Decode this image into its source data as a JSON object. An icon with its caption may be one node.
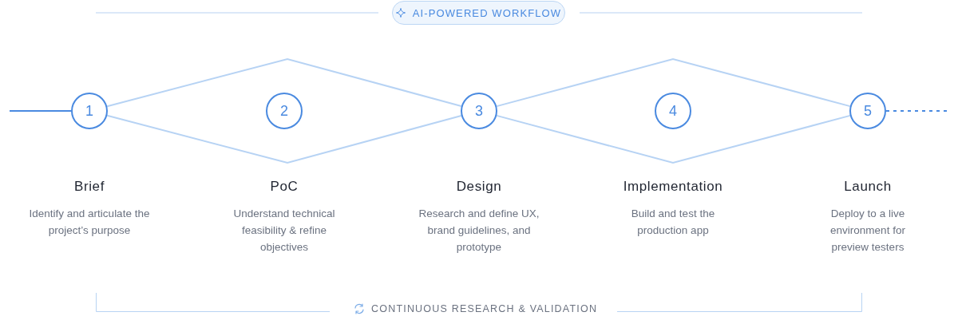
{
  "diagram": {
    "nodes": [
      {
        "text": [
          "AI-POWERED WORKFLOW"
        ]
      },
      {
        "text": [
          "1"
        ],
        "beside": [
          "Brief",
          "Identify and articulate the project’s purpose"
        ]
      },
      {
        "text": [
          "2"
        ],
        "beside": [
          "PoC",
          "Understand technical feasibility & refine objectives"
        ]
      },
      {
        "text": [
          "3"
        ],
        "beside": [
          "Design",
          "Research and define UX, brand guidelines, and prototype"
        ]
      },
      {
        "text": [
          "4"
        ],
        "beside": [
          "Implementation",
          "Build and test the production app"
        ]
      },
      {
        "text": [
          "5"
        ],
        "beside": [
          "Launch",
          "Deploy to a live environment for preview testers"
        ]
      }
    ],
    "edges": [
      {
        "from": null,
        "to": 1,
        "arrow": "none",
        "color": "#4a8ae0"
      },
      {
        "from": 1,
        "to": 3,
        "arrow": "none"
      },
      {
        "from": 1,
        "to": 3,
        "arrow": "none"
      },
      {
        "from": 3,
        "to": 5,
        "arrow": "none"
      },
      {
        "from": 3,
        "to": 5,
        "arrow": "none"
      },
      {
        "from": 5,
        "to": null,
        "arrow": "none",
        "style": "dashed",
        "color": "#4a8ae0"
      }
    ],
    "labels": [
      "CONTINUOUS RESEARCH & VALIDATION"
    ]
  }
}
